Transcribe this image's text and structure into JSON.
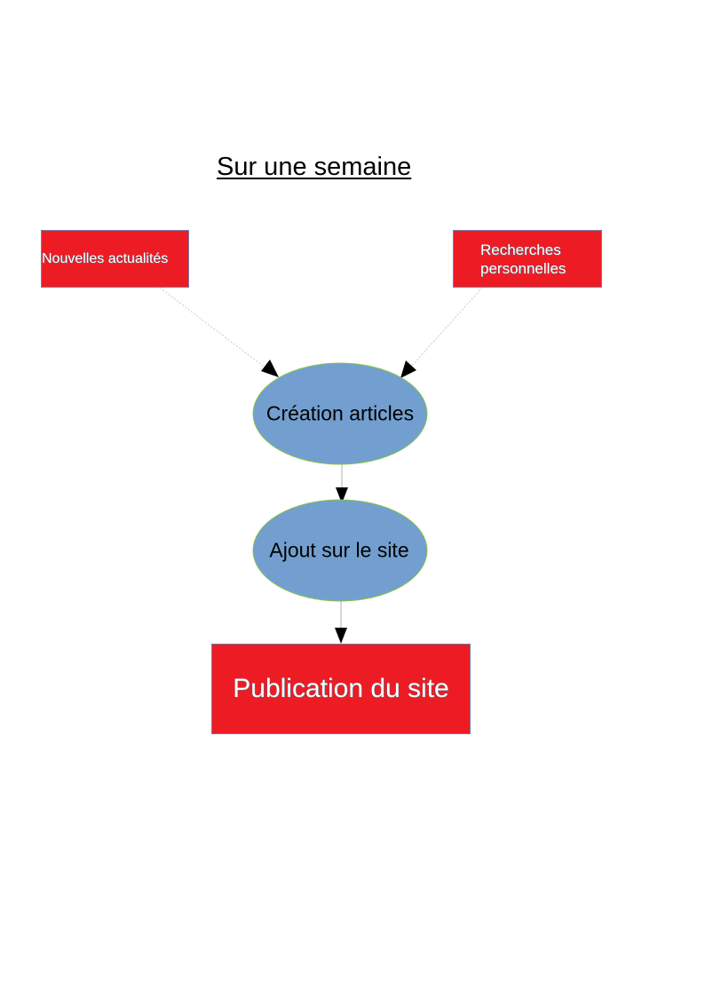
{
  "title": "Sur une semaine",
  "nodes": {
    "news": "Nouvelles actualités",
    "research": "Recherches\npersonnelles",
    "creation": "Création articles",
    "ajout": "Ajout sur le site",
    "publication": "Publication du site"
  },
  "colors": {
    "box_fill": "#ed1c24",
    "ellipse_fill": "#729fcf",
    "ellipse_border": "#8bc34a",
    "connector": "#b0b0b0",
    "arrowhead": "#000000"
  },
  "edges": [
    {
      "from": "Nouvelles actualités",
      "to": "Création articles"
    },
    {
      "from": "Recherches personnelles",
      "to": "Création articles"
    },
    {
      "from": "Création articles",
      "to": "Ajout sur le site"
    },
    {
      "from": "Ajout sur le site",
      "to": "Publication du site"
    }
  ]
}
